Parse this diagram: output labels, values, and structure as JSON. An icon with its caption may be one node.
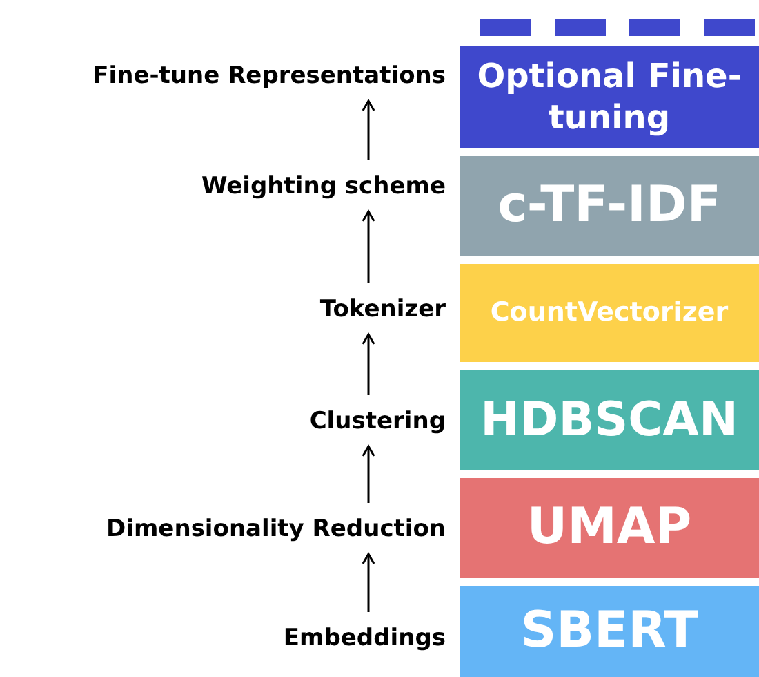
{
  "diagram": {
    "nodes": [
      {
        "text": [
          "Fine-tune Representations"
        ]
      },
      {
        "text": [
          "Optional Fine-tuning"
        ]
      },
      {
        "text": [
          "Weighting scheme"
        ]
      },
      {
        "text": [
          "c-TF-IDF"
        ]
      },
      {
        "text": [
          "Tokenizer"
        ]
      },
      {
        "text": [
          "CountVectorizer"
        ]
      },
      {
        "text": [
          "Clustering"
        ]
      },
      {
        "text": [
          "HDBSCAN"
        ]
      },
      {
        "text": [
          "Dimensionality Reduction"
        ]
      },
      {
        "text": [
          "UMAP"
        ]
      },
      {
        "text": [
          "Embeddings"
        ]
      },
      {
        "text": [
          "SBERT"
        ]
      }
    ],
    "edges": [
      {
        "from": 10,
        "to": 8,
        "arrow": "to"
      },
      {
        "from": 8,
        "to": 6,
        "arrow": "to"
      },
      {
        "from": 6,
        "to": 4,
        "arrow": "to"
      },
      {
        "from": 4,
        "to": 2,
        "arrow": "to"
      },
      {
        "from": 2,
        "to": 0,
        "arrow": "to"
      }
    ]
  }
}
